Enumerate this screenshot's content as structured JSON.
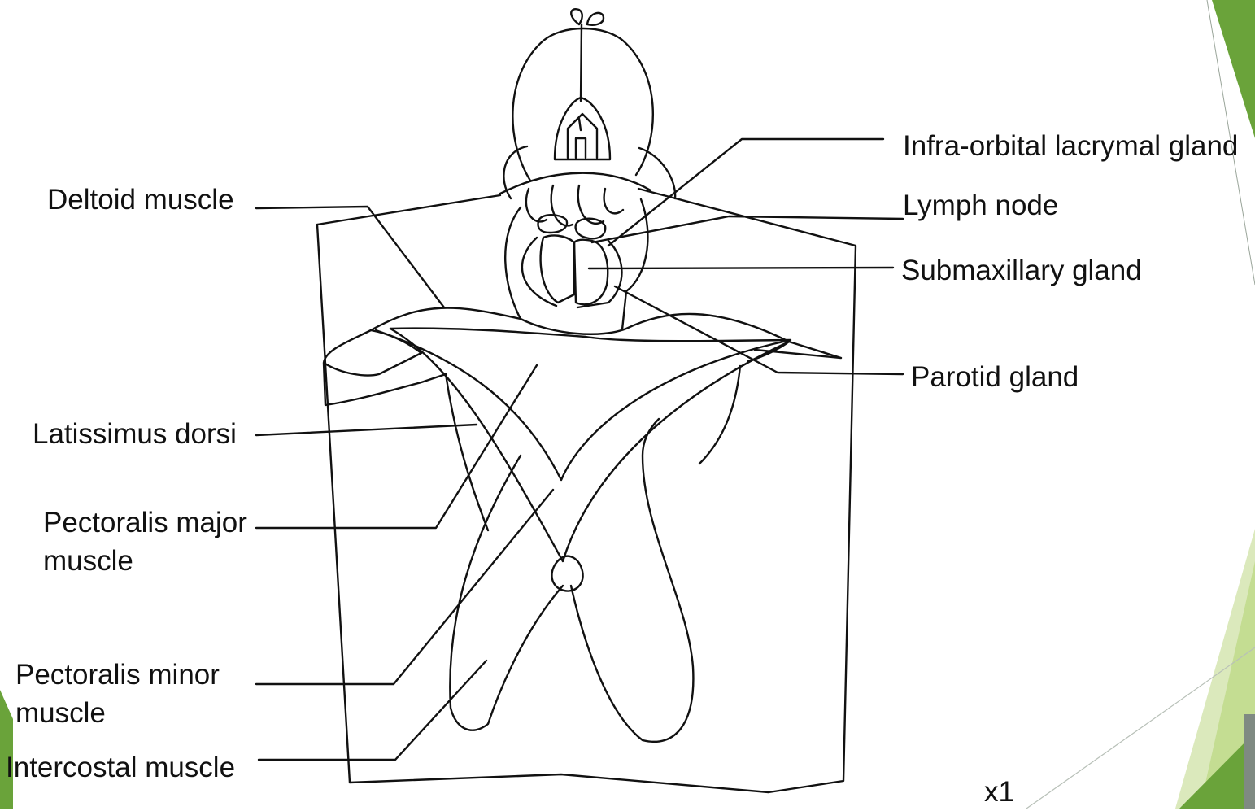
{
  "diagram": {
    "labels": {
      "deltoid": "Deltoid muscle",
      "latissimus": "Latissimus dorsi",
      "pect_major": "Pectoralis major\nmuscle",
      "pect_minor": "Pectoralis minor\nmuscle",
      "intercostal": "Intercostal muscle",
      "infra_orbital": "Infra-orbital lacrymal gland",
      "lymph_node": "Lymph node",
      "submaxillary": "Submaxillary gland",
      "parotid": "Parotid gland"
    },
    "magnification": "x1"
  },
  "colors": {
    "stroke": "#111111",
    "accent_dark_green": "#6aa33a",
    "accent_light_green": "#c4dd92",
    "accent_grey": "#7f8a82"
  }
}
